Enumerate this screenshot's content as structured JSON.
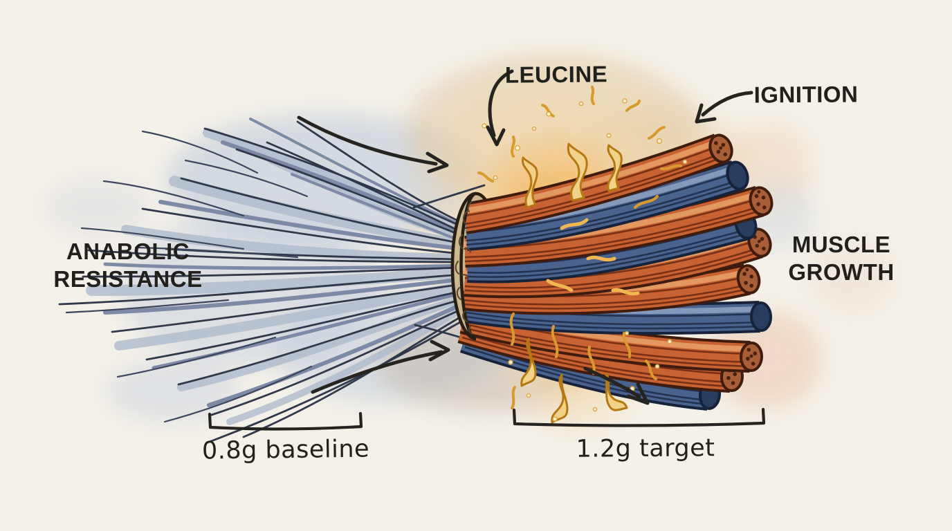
{
  "figure": {
    "labels": {
      "leucine": "LEUCINE",
      "ignition": "IGNITION",
      "anabolic_line1": "ANABOLIC",
      "anabolic_line2": "RESISTANCE",
      "growth_line1": "MUSCLE",
      "growth_line2": "GROWTH",
      "baseline": "0.8g baseline",
      "target": "1.2g target"
    },
    "colors": {
      "paper": "#f6f3eb",
      "ink": "#22201c",
      "fiber_blue": "#53648a",
      "wash_blue": "#c2cdde",
      "cable_orange": "#c8602f",
      "cable_blue": "#47618d",
      "flame_gold": "#d99a2b",
      "glow_orange": "#f6c476",
      "collar_tan": "#cdb78f"
    }
  }
}
